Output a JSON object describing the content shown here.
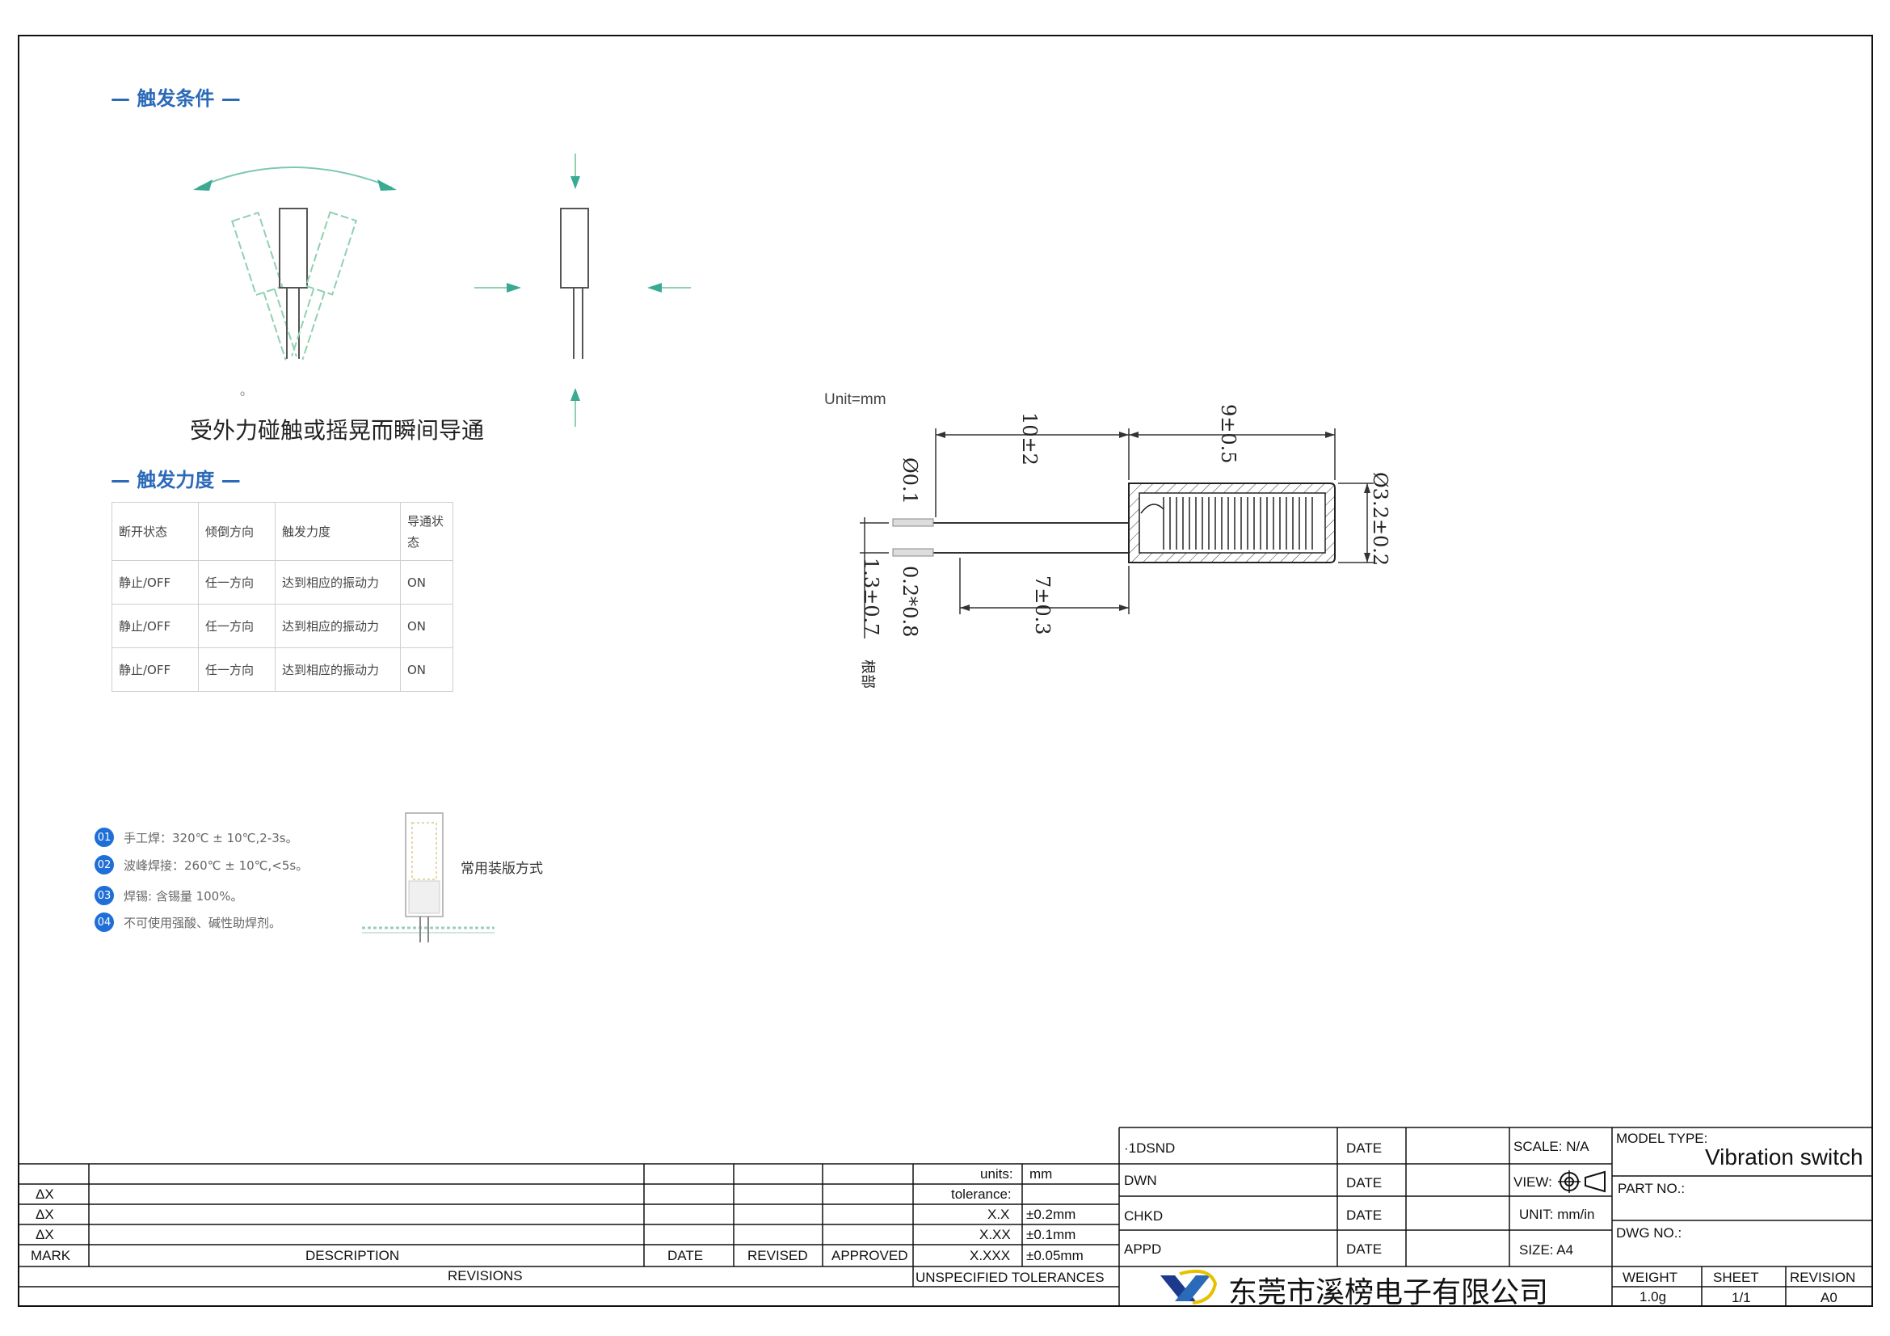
{
  "sections": {
    "trigger_conditions": {
      "title": "— 触发条件 —",
      "caption": "受外力碰触或摇晃而瞬间导通",
      "mark": "o"
    },
    "trigger_force": {
      "title": "— 触发力度 —",
      "headers": [
        "断开状态",
        "倾倒方向",
        "触发力度",
        "导通状态"
      ],
      "rows": [
        [
          "静止/OFF",
          "任一方向",
          "达到相应的振动力",
          "ON"
        ],
        [
          "静止/OFF",
          "任一方向",
          "达到相应的振动力",
          "ON"
        ],
        [
          "静止/OFF",
          "任一方向",
          "达到相应的振动力",
          "ON"
        ]
      ]
    }
  },
  "notes": [
    {
      "num": "01",
      "text": "手工焊：320℃ ± 10℃,2-3s。"
    },
    {
      "num": "02",
      "text": "波峰焊接：260℃ ± 10℃,<5s。"
    },
    {
      "num": "03",
      "text": "焊锡: 含锡量 100%。"
    },
    {
      "num": "04",
      "text": "不可使用强酸、碱性助焊剂。"
    }
  ],
  "packing_label": "常用装版方式",
  "drawing": {
    "unit": "Unit=mm",
    "dims": {
      "lead_length": "10±2",
      "body_length": "9±0.5",
      "diameter": "Ø3.2±0.2",
      "wire": "Ø0.1",
      "lead_section": "0.2*0.8",
      "root": "1.3±0.7",
      "root_label": "根部",
      "inner_length": "7±0.3"
    }
  },
  "title_block": {
    "revisions": {
      "rows": [
        {
          "mark": "ΔX"
        },
        {
          "mark": "ΔX"
        },
        {
          "mark": "ΔX"
        }
      ],
      "header": {
        "mark": "MARK",
        "description": "DESCRIPTION",
        "date": "DATE",
        "revised": "REVISED",
        "approved": "APPROVED"
      },
      "footer": "REVISIONS"
    },
    "tolerances": {
      "units_label": "units:",
      "units_value": "mm",
      "tolerance_label": "tolerance:",
      "rows": [
        {
          "label": "X.X",
          "value": "±0.2mm"
        },
        {
          "label": "X.XX",
          "value": "±0.1mm"
        },
        {
          "label": "X.XXX",
          "value": "±0.05mm"
        }
      ],
      "footer": "UNSPECIFIED TOLERANCES"
    },
    "signoff": [
      {
        "label": "·1DSND",
        "date": "DATE"
      },
      {
        "label": "DWN",
        "date": "DATE"
      },
      {
        "label": "CHKD",
        "date": "DATE"
      },
      {
        "label": "APPD",
        "date": "DATE"
      }
    ],
    "scale": "SCALE: N/A",
    "view": "VIEW:",
    "unit": "UNIT: mm/in",
    "size": "SIZE: A4",
    "model_type_label": "MODEL TYPE:",
    "model_type": "Vibration switch",
    "part_no_label": "PART NO.:",
    "dwg_no_label": "DWG NO.:",
    "company": "东莞市溪榜电子有限公司",
    "weight_label": "WEIGHT",
    "weight": "1.0g",
    "sheet_label": "SHEET",
    "sheet": "1/1",
    "revision_label": "REVISION",
    "revision": "A0"
  }
}
